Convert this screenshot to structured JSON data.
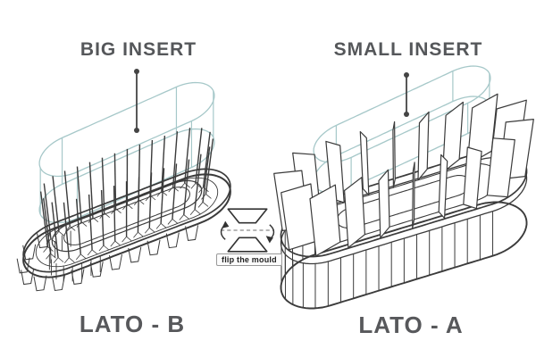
{
  "diagram": {
    "left": {
      "insert_label": "BIG INSERT",
      "side_label": "LATO - B"
    },
    "right": {
      "insert_label": "SMALL INSERT",
      "side_label": "LATO - A"
    },
    "flip": {
      "label": "flip the mould"
    },
    "colors": {
      "wireframe": "#3b3b3b",
      "insert_outline": "#a6c8c9",
      "label_text": "#57585b",
      "leader": "#444444"
    }
  }
}
